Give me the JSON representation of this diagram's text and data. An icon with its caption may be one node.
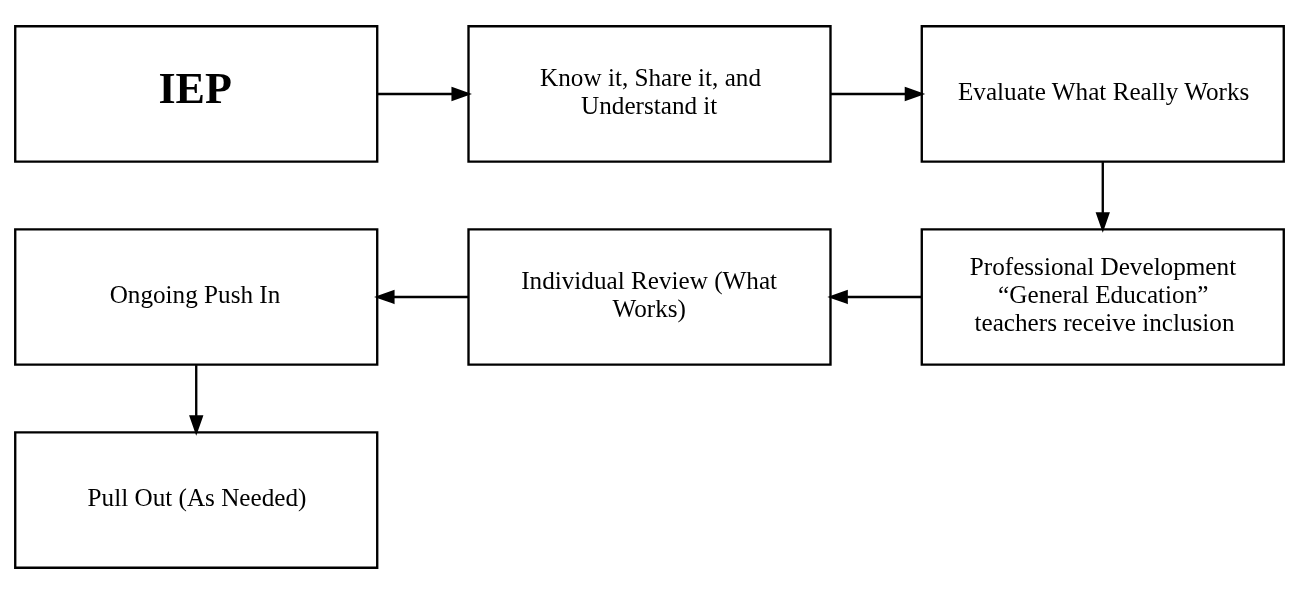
{
  "diagram": {
    "nodes": [
      {
        "text": [
          "IEP"
        ]
      },
      {
        "text": [
          "Know it, Share it, and Understand it"
        ]
      },
      {
        "text": [
          "Evaluate What Really Works"
        ]
      },
      {
        "text": [
          "Professional Development “General Education” teachers receive inclusion"
        ]
      },
      {
        "text": [
          "Individual Review (What Works)"
        ]
      },
      {
        "text": [
          "Ongoing Push In"
        ]
      },
      {
        "text": [
          "Pull Out (As Needed)"
        ]
      }
    ],
    "edges": [
      {
        "from": 0,
        "to": 1,
        "arrow": "to"
      },
      {
        "from": 1,
        "to": 2,
        "arrow": "to"
      },
      {
        "from": 2,
        "to": 3,
        "arrow": "to"
      },
      {
        "from": 3,
        "to": 4,
        "arrow": "to"
      },
      {
        "from": 4,
        "to": 5,
        "arrow": "to"
      },
      {
        "from": 5,
        "to": 6,
        "arrow": "to"
      }
    ]
  }
}
